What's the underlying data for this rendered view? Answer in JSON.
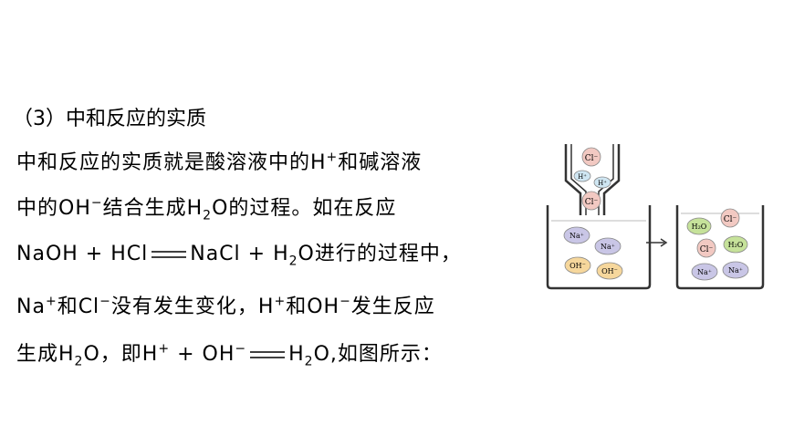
{
  "heading": "（3）中和反应的实质",
  "line1": {
    "a": "中和反应的实质就是酸溶液中的H",
    "sup": "+",
    "b": "和碱溶液"
  },
  "line2": {
    "a": "中的OH",
    "sup": "−",
    "b": "结合生成H",
    "sub": "2",
    "c": "O的过程。如在反应"
  },
  "line3": {
    "a": "NaOH + HCl",
    "b": "NaCl + H",
    "sub": "2",
    "c": "O进行的过程中，"
  },
  "line4": {
    "a": "Na",
    "sup1": "+",
    "b": "和Cl",
    "sup2": "−",
    "c": "没有发生变化，H",
    "sup3": "+",
    "d": "和OH",
    "sup4": "−",
    "e": "发生反应"
  },
  "line5": {
    "a": "生成H",
    "sub1": "2",
    "b": "O，即H",
    "sup1": "+",
    "c": " + OH",
    "sup2": "−",
    "d": "H",
    "sub2": "2",
    "e": "O,如图所示："
  },
  "diagram": {
    "left_burette": [
      "Cl⁻",
      "H⁺",
      "H⁺",
      "Cl⁻"
    ],
    "left_beaker": [
      "Na⁺",
      "Na⁺",
      "OH⁻",
      "OH⁻"
    ],
    "right_beaker": [
      "H₂O",
      "Cl⁻",
      "Cl⁻",
      "H₂O",
      "Na⁺",
      "Na⁺"
    ],
    "colors": {
      "cl": "#f2c9c2",
      "h": "#cfe6f2",
      "na": "#c9c6e6",
      "oh": "#f6d79c",
      "h2o": "#c6e29a"
    }
  }
}
